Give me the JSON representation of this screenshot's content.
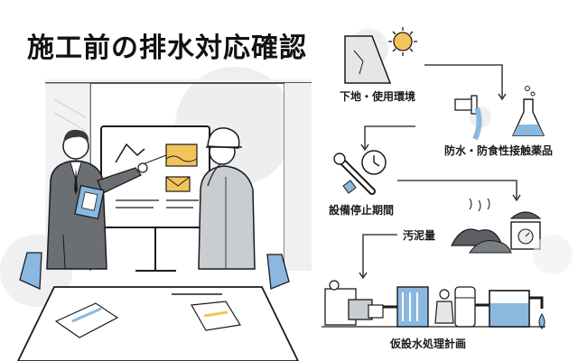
{
  "title": "施工前の排水対応確認",
  "steps": [
    {
      "id": "ground",
      "label": "下地・使用環境",
      "icon": "sun-ground-icon"
    },
    {
      "id": "chemical",
      "label": "防水・防食性接触薬品",
      "icon": "chemical-flask-icon"
    },
    {
      "id": "downtime",
      "label": "設備停止期間",
      "icon": "wrench-clock-icon"
    },
    {
      "id": "sludge",
      "label": "汚泥量",
      "icon": "sludge-scale-icon"
    },
    {
      "id": "temp_plan",
      "label": "仮設水処理計画",
      "icon": "water-treatment-plant-icon"
    }
  ],
  "colors": {
    "accent_blue": "#8ab8df",
    "line": "#1a1a1a",
    "gray_fill": "#e4e6e8",
    "light_gray": "#f0f1f2"
  }
}
